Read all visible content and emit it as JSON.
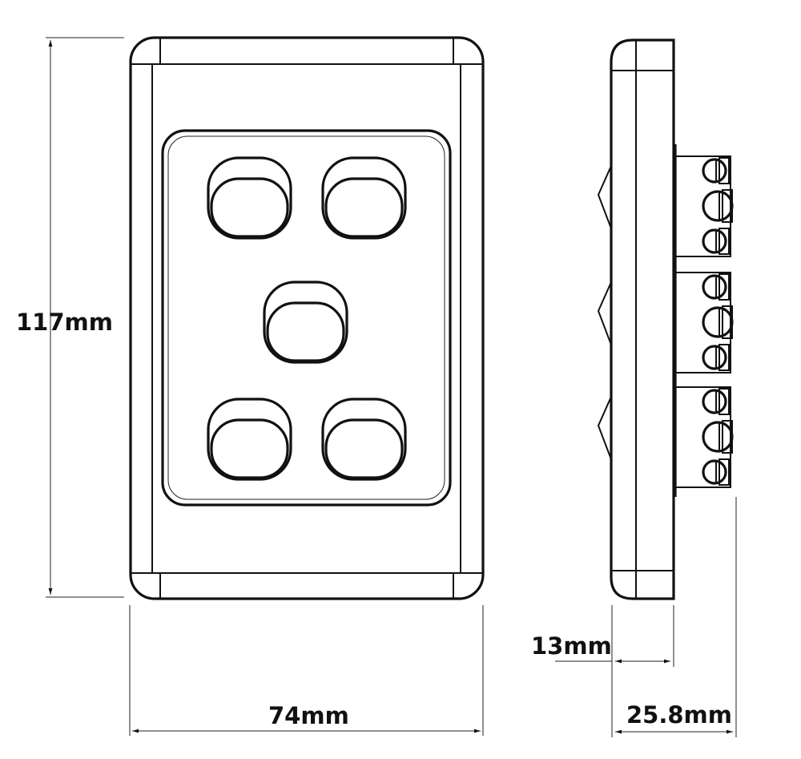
{
  "drawing": {
    "front_view": {
      "switch_count": 5
    },
    "side_view": {
      "terminal_block_count": 3
    },
    "dimensions": {
      "height": "117mm",
      "width": "74mm",
      "plate_depth": "13mm",
      "overall_depth": "25.8mm"
    },
    "colors": {
      "line": "#111111",
      "background": "#ffffff"
    }
  }
}
